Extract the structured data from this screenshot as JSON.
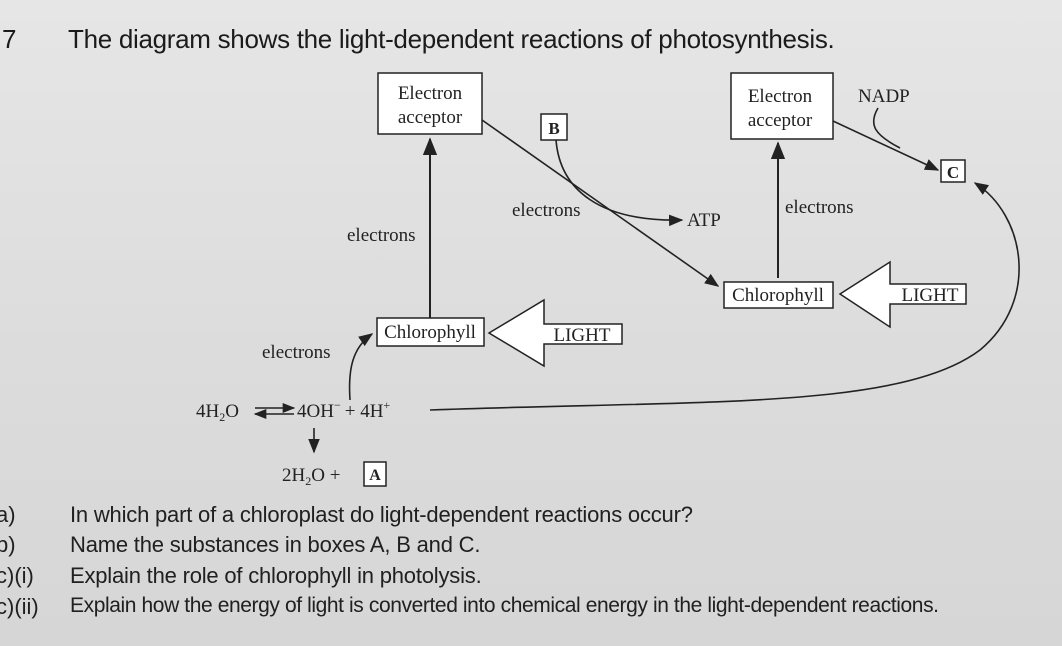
{
  "question_number": "7",
  "title": "The diagram shows the light-dependent reactions of photosynthesis.",
  "diagram": {
    "electron_acceptor_1": [
      "Electron",
      "acceptor"
    ],
    "electron_acceptor_2": [
      "Electron",
      "acceptor"
    ],
    "nadp": "NADP",
    "box_b": "B",
    "box_c": "C",
    "box_a": "A",
    "electrons_left_vertical": "electrons",
    "electrons_middle": "electrons",
    "electrons_right": "electrons",
    "electrons_bottom_left": "electrons",
    "atp": "ATP",
    "chlorophyll_1": "Chlorophyll",
    "chlorophyll_2": "Chlorophyll",
    "light_1": "LIGHT",
    "light_2": "LIGHT",
    "equation_left": "4H",
    "equation_left_sub": "2",
    "equation_left_o": "O",
    "equation_right": "4OH",
    "equation_right_sup": "−",
    "equation_plus_h": "+ 4H",
    "equation_h_sup": "+",
    "water_product": "2H",
    "water_product_sub": "2",
    "water_product_o": "O +"
  },
  "questions": [
    {
      "label": "a)",
      "text": "In which part of a chloroplast do light-dependent reactions occur?"
    },
    {
      "label": "b)",
      "text": "Name the substances in boxes A, B and C."
    },
    {
      "label": "c)(i)",
      "text": "Explain the role of chlorophyll in photolysis."
    },
    {
      "label": "c)(ii)",
      "text": "Explain how the energy of light is converted into chemical energy in the light-dependent reactions."
    }
  ]
}
